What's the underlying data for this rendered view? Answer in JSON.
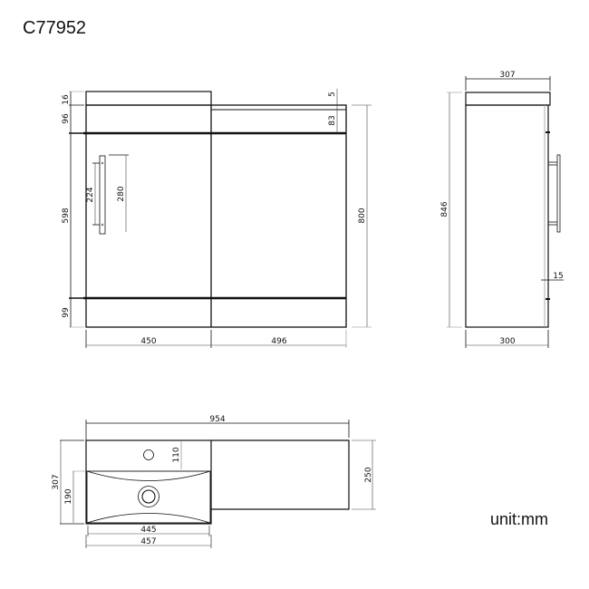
{
  "header": {
    "product_code": "C77952"
  },
  "footer": {
    "unit_label": "unit:mm"
  },
  "front_view": {
    "dim_top_countertop": "16",
    "dim_top_drawer": "96",
    "dim_door_height": "598",
    "dim_plinth": "99",
    "dim_right_top_gap": "5",
    "dim_right_top_panel": "83",
    "dim_total_height": "800",
    "dim_handle_centres": "224",
    "dim_handle_length": "280",
    "dim_left_width": "450",
    "dim_right_width": "496"
  },
  "side_view": {
    "dim_top_depth": "307",
    "dim_total_height": "846",
    "dim_door_offset": "15",
    "dim_body_depth": "300"
  },
  "top_view": {
    "dim_total_width": "954",
    "dim_basin_depth": "307",
    "dim_bowl_depth": "190",
    "dim_taphole_offset": "110",
    "dim_right_depth": "250",
    "dim_bowl_width": "445",
    "dim_basin_width": "457"
  }
}
